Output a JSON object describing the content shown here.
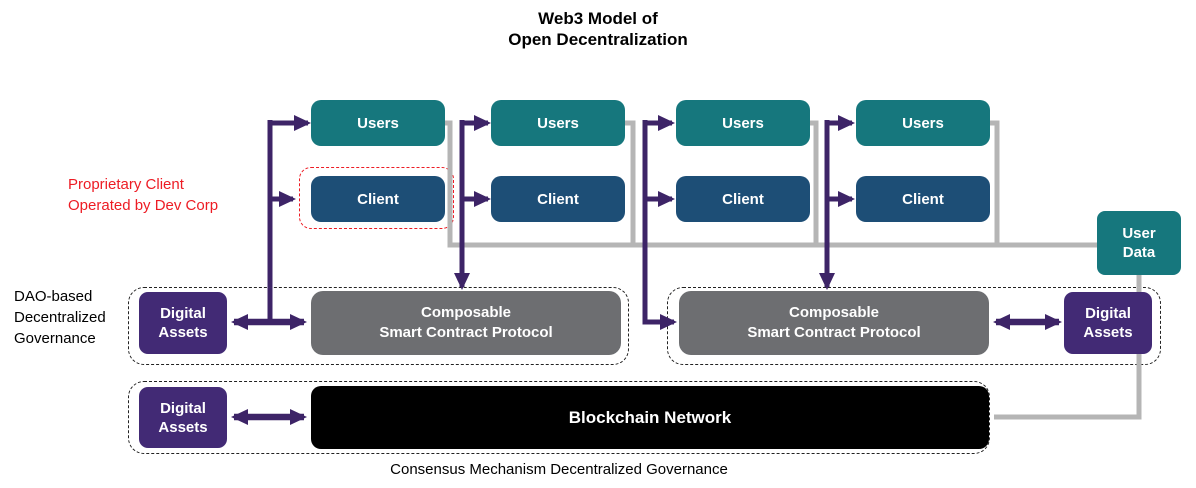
{
  "title": {
    "line1": "Web3 Model of",
    "line2": "Open Decentralization"
  },
  "side_labels": {
    "proprietary": {
      "line1": "Proprietary Client",
      "line2": "Operated by Dev Corp"
    },
    "dao": {
      "line1": "DAO-based",
      "line2": "Decentralized",
      "line3": "Governance"
    }
  },
  "caption": "Consensus Mechanism Decentralized Governance",
  "boxes": {
    "users": "Users",
    "client": "Client",
    "user_data": {
      "line1": "User",
      "line2": "Data"
    },
    "digital_assets": {
      "line1": "Digital",
      "line2": "Assets"
    },
    "protocol": {
      "line1": "Composable",
      "line2": "Smart Contract Protocol"
    },
    "blockchain": "Blockchain Network"
  },
  "colors": {
    "teal": "#16777d",
    "blue": "#1d4e76",
    "purple": "#422a75",
    "arrow": "#3d2467",
    "gray_box": "#6d6e71",
    "black_box": "#000000",
    "gray_line": "#b5b5b5",
    "red": "#ed1c24",
    "dash_border": "#222222"
  }
}
